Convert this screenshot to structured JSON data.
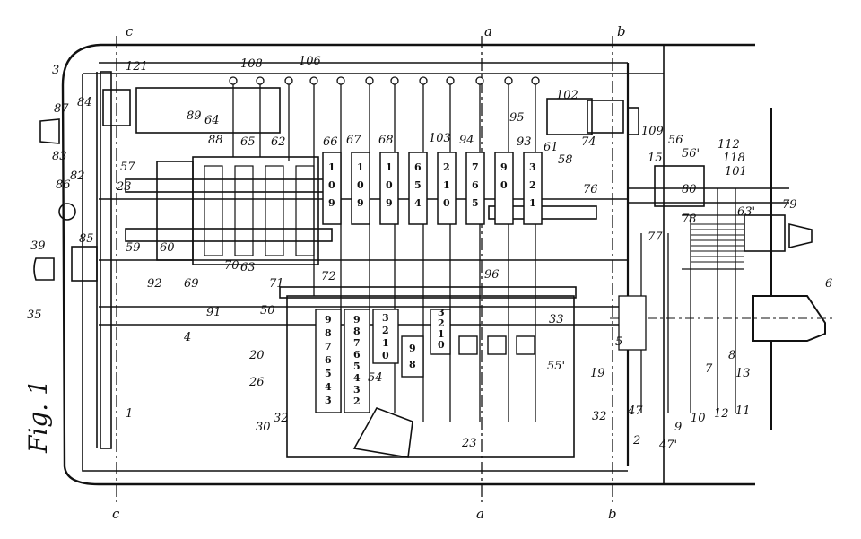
{
  "figure": {
    "caption": "Fig. 1"
  },
  "section_marks": [
    "c",
    "a",
    "b"
  ],
  "drum_columns": [
    [
      "1",
      "0",
      "9"
    ],
    [
      "1",
      "0",
      "9"
    ],
    [
      "1",
      "0",
      "9"
    ],
    [
      "6",
      "5",
      "4"
    ],
    [
      "2",
      "1",
      "0"
    ],
    [
      "7",
      "6",
      "5"
    ],
    [
      "9",
      "0",
      ""
    ],
    [
      "3",
      "2",
      "1"
    ]
  ],
  "key_columns": [
    [
      "9",
      "8",
      "7",
      "6",
      "5",
      "4",
      "3"
    ],
    [
      "9",
      "8",
      "7",
      "6",
      "5",
      "4",
      "3",
      "2"
    ],
    [
      "3",
      "2",
      "1",
      "0"
    ],
    [
      "9",
      "8"
    ],
    [
      "3",
      "2",
      "1",
      "0"
    ]
  ],
  "callouts": [
    "121",
    "108",
    "106",
    "3",
    "87",
    "84",
    "89",
    "64",
    "66",
    "67",
    "68",
    "103",
    "94",
    "95",
    "102",
    "83",
    "86",
    "82",
    "88",
    "65",
    "62",
    "57",
    "23",
    "93",
    "61",
    "58",
    "74",
    "109",
    "56",
    "15",
    "56'",
    "112",
    "118",
    "101",
    "80",
    "76",
    "63'",
    "79",
    "39",
    "85",
    "59",
    "60",
    "92",
    "72",
    "96",
    "78",
    "77",
    "69",
    "70",
    "63",
    "71",
    "91",
    "35",
    "50",
    "33",
    "6",
    "4",
    "20",
    "26",
    "54",
    "55'",
    "19",
    "5",
    "8",
    "7",
    "13",
    "30",
    "32",
    "32",
    "47",
    "1",
    "2",
    "9",
    "10",
    "12",
    "11",
    "47'",
    "23"
  ]
}
